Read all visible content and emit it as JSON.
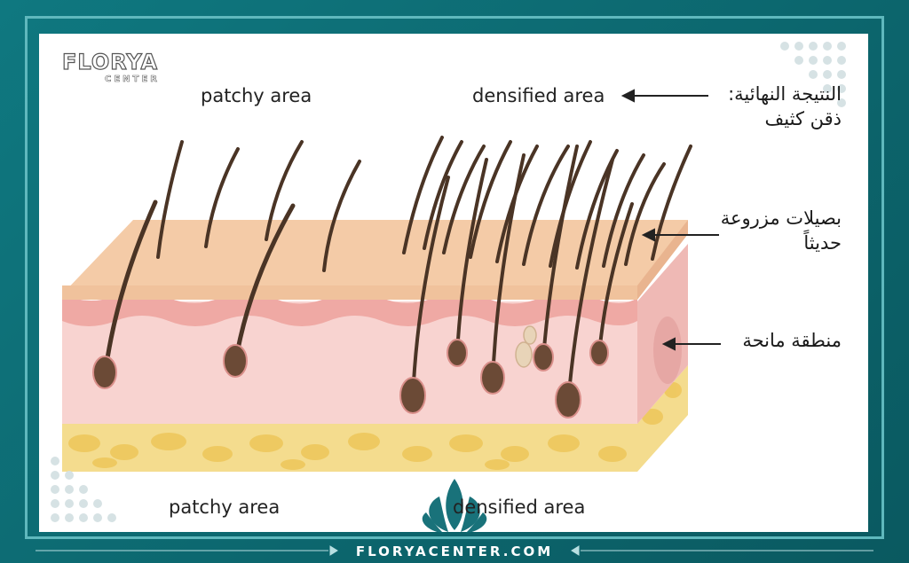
{
  "brand": {
    "logo_main": "FLORYA",
    "logo_sub": "CENTER",
    "footer_url": "FLORYACENTER.COM"
  },
  "diagram": {
    "top_left_label": "patchy area",
    "top_right_label": "densified area",
    "bottom_left_label": "patchy area",
    "bottom_right_label": "densified area"
  },
  "annotations": {
    "result_line1": "النتيجة النهائية:",
    "result_line2": "ذقن كثيف",
    "follicles_line1": "بصيلات مزروعة",
    "follicles_line2": "حديثاً",
    "donor_area": "منطقة مانحة"
  },
  "colors": {
    "frame": "#0d6b73",
    "border": "#5fb8bd",
    "skin_top": "#f3c8a2",
    "dermis": "#f6cccc",
    "fat": "#f2d57c",
    "hair": "#4a3425",
    "bulb": "#6b4a36"
  }
}
